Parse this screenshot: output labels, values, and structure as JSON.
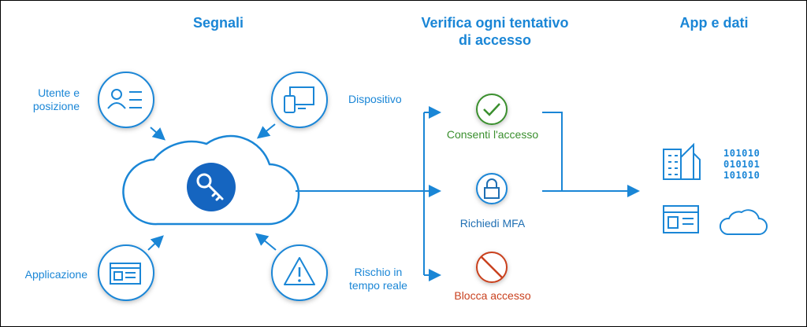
{
  "headings": {
    "signals": "Segnali",
    "verify_line1": "Verifica ogni tentativo",
    "verify_line2": "di accesso",
    "apps": "App e dati"
  },
  "signals": {
    "user_line1": "Utente e",
    "user_line2": "posizione",
    "device": "Dispositivo",
    "application": "Applicazione",
    "risk_line1": "Rischio in",
    "risk_line2": "tempo reale"
  },
  "decisions": {
    "allow": "Consenti l'accesso",
    "mfa": "Richiedi MFA",
    "block": "Blocca accesso"
  },
  "apps_icons": {
    "binary_row1": "101010",
    "binary_row2": "010101",
    "binary_row3": "101010"
  },
  "colors": {
    "accent": "#1a86d6",
    "allow": "#3a8f2e",
    "block": "#c9411f",
    "cloud_icon_fill": "#1565c0"
  }
}
